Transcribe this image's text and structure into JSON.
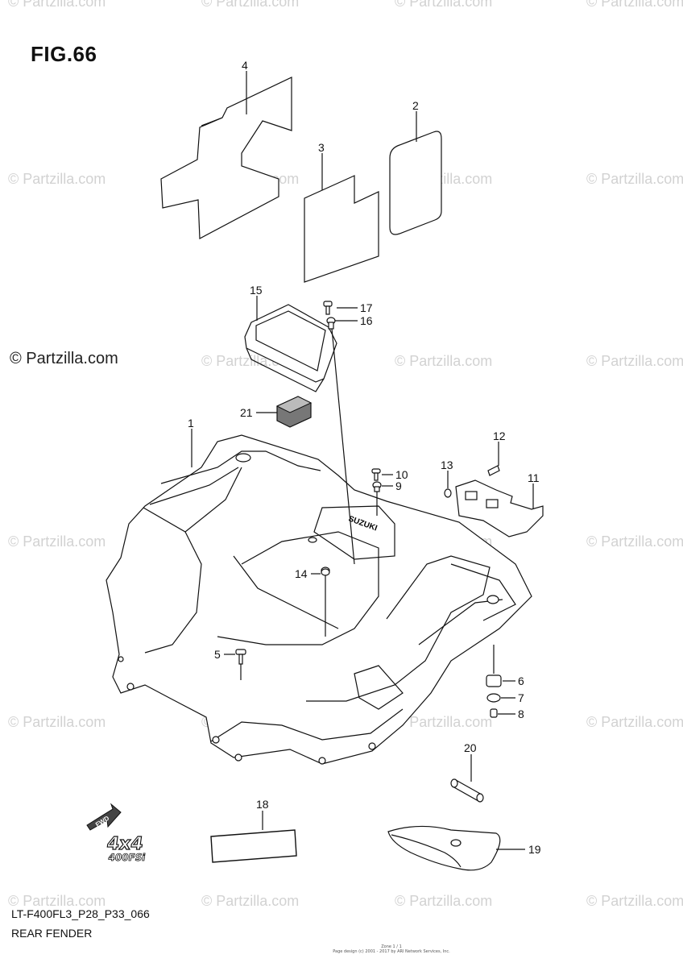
{
  "figure": {
    "title": "FIG.66",
    "model_code": "LT-F400FL3_P28_P33_066",
    "section_name": "REAR FENDER",
    "footer_line_1": "Zone 1 / 1",
    "footer_line_2": "Page design (c) 2001 - 2017 by ARI Network Services, Inc."
  },
  "watermark": {
    "text": "© Partzilla.com",
    "highlighted_text": "© Partzilla.com"
  },
  "fwd_label": "FWD",
  "decal_4x4": {
    "top": "4x4",
    "bottom": "400FSi"
  },
  "fender_label": "SUZUKI",
  "callouts": [
    {
      "id": "1",
      "label": "1"
    },
    {
      "id": "2",
      "label": "2"
    },
    {
      "id": "3",
      "label": "3"
    },
    {
      "id": "4",
      "label": "4"
    },
    {
      "id": "5",
      "label": "5"
    },
    {
      "id": "6",
      "label": "6"
    },
    {
      "id": "7",
      "label": "7"
    },
    {
      "id": "8",
      "label": "8"
    },
    {
      "id": "9",
      "label": "9"
    },
    {
      "id": "10",
      "label": "10"
    },
    {
      "id": "11",
      "label": "11"
    },
    {
      "id": "12",
      "label": "12"
    },
    {
      "id": "13",
      "label": "13"
    },
    {
      "id": "14",
      "label": "14"
    },
    {
      "id": "15",
      "label": "15"
    },
    {
      "id": "16",
      "label": "16"
    },
    {
      "id": "17",
      "label": "17"
    },
    {
      "id": "18",
      "label": "18"
    },
    {
      "id": "19",
      "label": "19"
    },
    {
      "id": "20",
      "label": "20"
    },
    {
      "id": "21",
      "label": "21"
    }
  ]
}
